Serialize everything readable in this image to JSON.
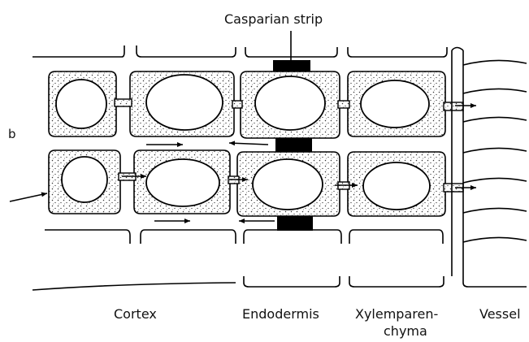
{
  "figure": {
    "panel_label": "b",
    "callouts": {
      "casparian_strip": "Casparian strip"
    },
    "regions": {
      "cortex": "Cortex",
      "endodermis": "Endodermis",
      "xylem_parenchyma_line1": "Xylemparen-",
      "xylem_parenchyma_line2": "chyma",
      "vessel": "Vessel"
    }
  }
}
